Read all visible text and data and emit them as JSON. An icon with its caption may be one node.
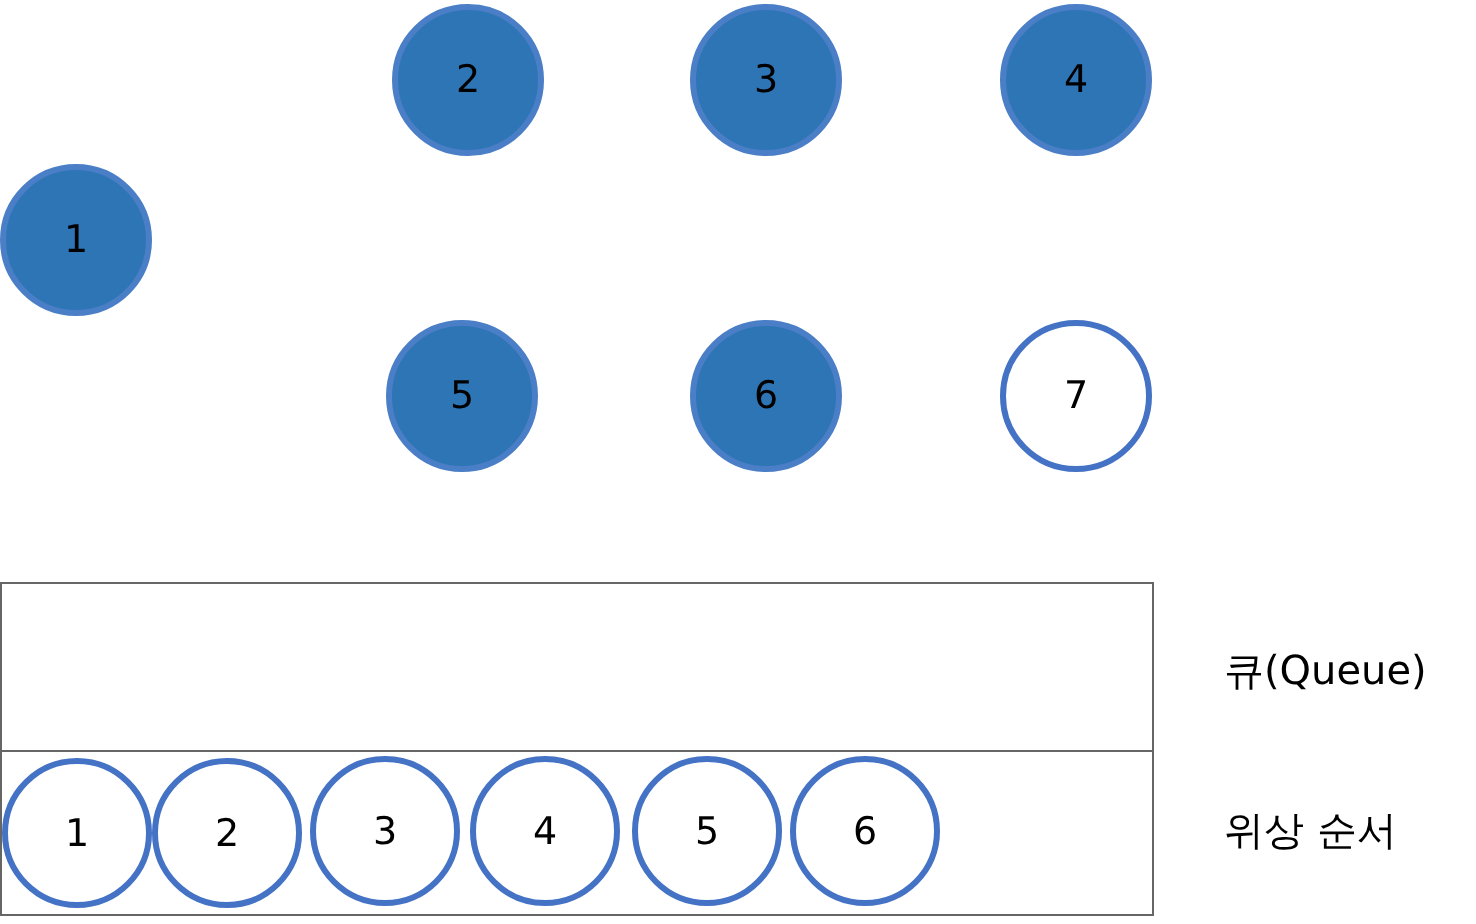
{
  "diagram": {
    "nodes": [
      {
        "text": [
          "2"
        ]
      },
      {
        "text": [
          "3"
        ]
      },
      {
        "text": [
          "4"
        ]
      },
      {
        "text": [
          "1"
        ]
      },
      {
        "text": [
          "5"
        ]
      },
      {
        "text": [
          "6"
        ]
      },
      {
        "text": [
          "7"
        ]
      },
      {
        "text": [
          "큐(Queue)"
        ]
      },
      {
        "text": [
          "위상 순서"
        ]
      },
      {
        "text": [
          "1"
        ],
        "in": 8
      },
      {
        "text": [
          "2"
        ],
        "in": 8
      },
      {
        "text": [
          "3"
        ],
        "in": 8
      },
      {
        "text": [
          "4"
        ],
        "in": 8
      },
      {
        "text": [
          "5"
        ],
        "in": 8
      },
      {
        "text": [
          "6"
        ],
        "in": 8
      }
    ]
  }
}
